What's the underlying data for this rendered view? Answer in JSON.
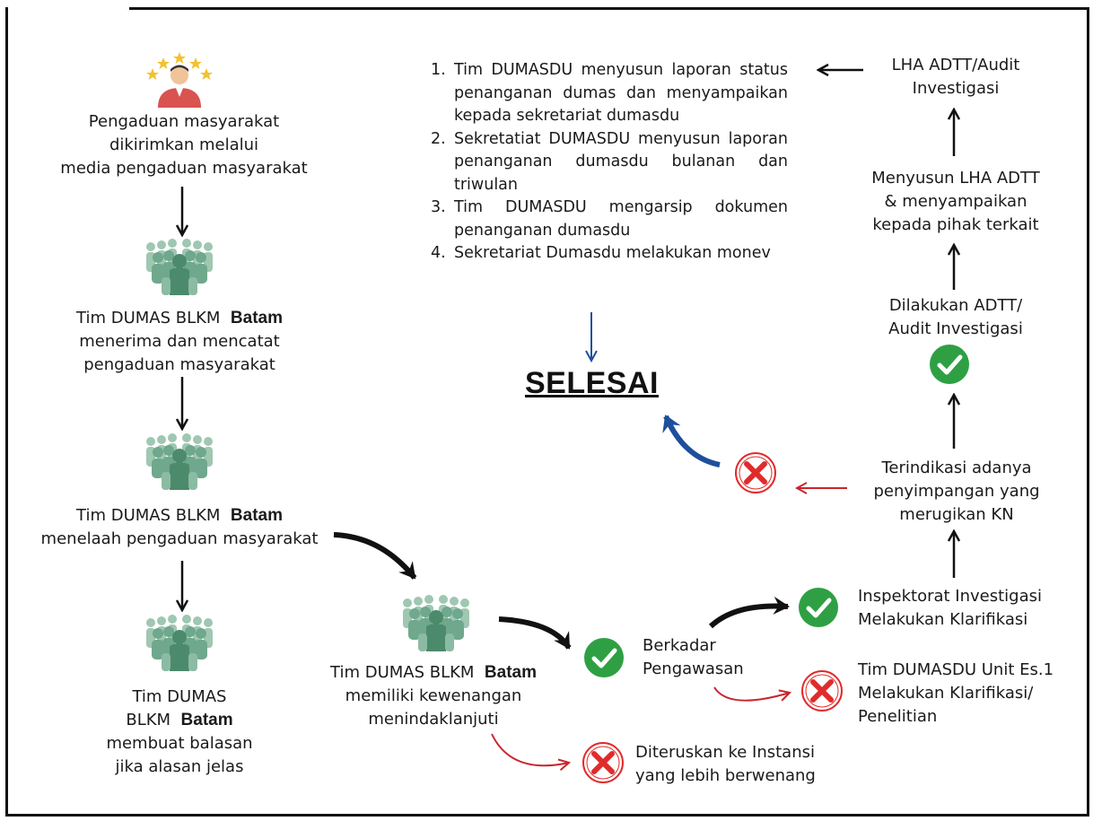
{
  "colors": {
    "arrow_black": "#111111",
    "arrow_red": "#c9252c",
    "arrow_blue": "#1d4f9c",
    "check_green": "#2ea043",
    "cross_red": "#e02b2b",
    "people_green": "#6fa88c",
    "person_red": "#d9534f",
    "star_gold": "#f2c230"
  },
  "icons": {
    "complainant": "person-with-stars-icon",
    "team": "team-group-icon",
    "accept": "check-circle-icon",
    "reject": "cross-circle-icon"
  },
  "nodes": {
    "complaint": [
      "Pengaduan masyarakat",
      "dikirimkan melalui",
      "media pengaduan masyarakat"
    ],
    "receive": {
      "prefix": "Tim DUMAS BLKM",
      "city": "Batam",
      "lines": [
        "menerima dan mencatat",
        "pengaduan masyarakat"
      ]
    },
    "review": {
      "prefix": "Tim DUMAS BLKM",
      "city": "Batam",
      "lines": [
        "menelaah pengaduan masyarakat"
      ]
    },
    "reply": {
      "line1": "Tim DUMAS",
      "prefix": "BLKM",
      "city": "Batam",
      "lines": [
        "membuat balasan",
        "jika alasan jelas"
      ]
    },
    "authority": {
      "prefix": "Tim DUMAS BLKM",
      "city": "Batam",
      "lines": [
        "memiliki kewenangan",
        "menindaklanjuti"
      ]
    },
    "supervision": [
      "Berkadar",
      "Pengawasan"
    ],
    "forward": [
      "Diteruskan ke Instansi",
      "yang lebih berwenang"
    ],
    "inspectorate": [
      "Inspektorat Investigasi",
      "Melakukan Klarifikasi"
    ],
    "unit_es1": [
      "Tim DUMASDU Unit Es.1",
      "Melakukan Klarifikasi/",
      "Penelitian"
    ],
    "indicated": [
      "Terindikasi adanya",
      "penyimpangan yang",
      "merugikan KN"
    ],
    "adtt": [
      "Dilakukan ADTT/",
      "Audit Investigasi"
    ],
    "compile_lha": [
      "Menyusun LHA ADTT",
      "& menyampaikan",
      "kepada pihak terkait"
    ],
    "lha": [
      "LHA ADTT/Audit",
      "Investigasi"
    ],
    "finish": "SELESAI"
  },
  "steps": [
    {
      "num": "1.",
      "text": "Tim DUMASDU menyusun laporan status penanganan dumas dan menyampaikan kepada sekretariat dumasdu"
    },
    {
      "num": "2.",
      "text": "Sekretatiat DUMASDU menyusun laporan penanganan dumasdu bulanan dan triwulan"
    },
    {
      "num": "3.",
      "text": "Tim DUMASDU mengarsip dokumen penanganan dumasdu"
    },
    {
      "num": "4.",
      "text": "Sekretariat Dumasdu melakukan monev"
    }
  ]
}
